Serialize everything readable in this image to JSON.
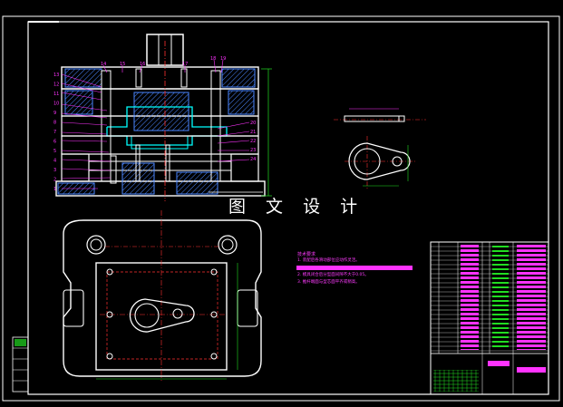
{
  "drawing": {
    "watermark_text": "图 文 设 计",
    "tech_requirements": {
      "title": "技术要求",
      "items": [
        "1. 装配后各滑动部位应动作灵活。",
        "2. 模具闭合后分型面间隙不大于0.05。",
        "3. 推杆端面与型芯面平齐或稍高。"
      ]
    },
    "part_numbers_left": [
      "13",
      "12",
      "11",
      "10",
      "9",
      "8",
      "7",
      "6",
      "5",
      "4",
      "3",
      "2",
      "1"
    ],
    "part_numbers_top": [
      "14",
      "15",
      "16",
      "17",
      "18",
      "19"
    ],
    "part_numbers_right": [
      "20",
      "21",
      "22",
      "23",
      "24"
    ],
    "colors": {
      "background": "#000000",
      "outline": "#ffffff",
      "section": "#00ffff",
      "centerline": "#ff3030",
      "leader": "#ff33ff",
      "dimension": "#22dd22",
      "hatch": "#4a86ff",
      "title_block_fill": "#ff33ff"
    }
  }
}
